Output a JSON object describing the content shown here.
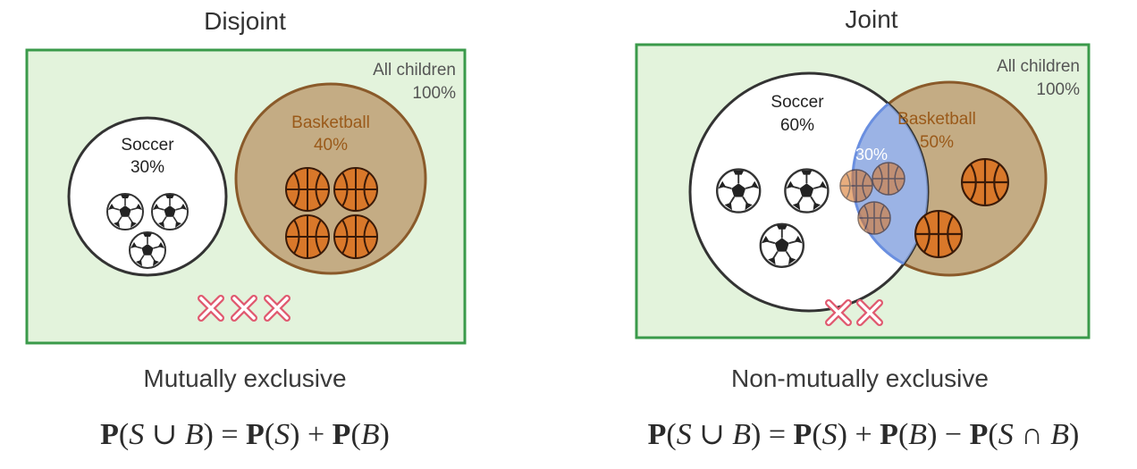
{
  "disjoint": {
    "title": "Disjoint",
    "universe_label": "All children",
    "universe_pct": "100%",
    "soccer_label": "Soccer",
    "soccer_pct": "30%",
    "basketball_label": "Basketball",
    "basketball_pct": "40%",
    "description": "Mutually exclusive",
    "formula": {
      "p1": "P",
      "lhs_open": "(",
      "S": "S",
      "cup": " ∪ ",
      "B": "B",
      "lhs_close": ")",
      "eq": " = ",
      "p2": "P",
      "t1": "(",
      "S2": "S",
      "t1c": ")",
      "plus": " + ",
      "p3": "P",
      "t2": "(",
      "B2": "B",
      "t2c": ")"
    }
  },
  "joint": {
    "title": "Joint",
    "universe_label": "All children",
    "universe_pct": "100%",
    "soccer_label": "Soccer",
    "soccer_pct": "60%",
    "basketball_label": "Basketball",
    "basketball_pct": "50%",
    "overlap_pct": "30%",
    "description": "Non-mutually exclusive",
    "formula": {
      "p1": "P",
      "lhs_open": "(",
      "S": "S",
      "cup": " ∪ ",
      "B": "B",
      "lhs_close": ")",
      "eq": " = ",
      "p2": "P",
      "t1": "(",
      "S2": "S",
      "t1c": ")",
      "plus": " + ",
      "p3": "P",
      "t2": "(",
      "B2": "B",
      "t2c": ")",
      "minus": " − ",
      "p4": "P",
      "t3": "(",
      "S3": "S",
      "cap": " ∩ ",
      "B3": "B",
      "t3c": ")"
    }
  },
  "colors": {
    "universe_fill": "#e3f3dc",
    "universe_border": "#3a9a4a",
    "basketball_fill": "#c4ac84",
    "basketball_border": "#8a5a2a",
    "basketball_text": "#9a5a1a",
    "overlap_fill": "#8aa6e0",
    "overlap_border": "#6a8fe0",
    "x_mark": "#e05a70"
  },
  "icons": [
    "soccer-ball-icon",
    "basketball-icon",
    "x-mark-icon"
  ]
}
